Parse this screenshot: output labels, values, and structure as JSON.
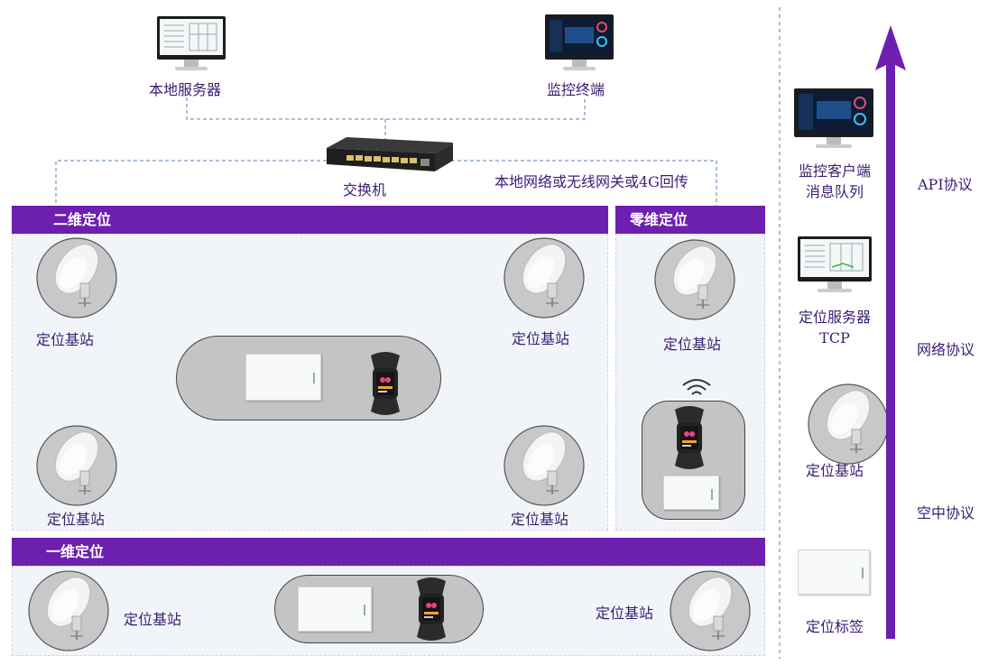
{
  "top": {
    "local_server": "本地服务器",
    "monitor_terminal": "监控终端",
    "switch": "交换机",
    "backhaul": "本地网络或无线网关或4G回传"
  },
  "sections": {
    "two_d": "二维定位",
    "zero_d": "零维定位",
    "one_d": "一维定位"
  },
  "station_label": "定位基站",
  "right": {
    "client_line1": "监控客户端",
    "client_line2": "消息队列",
    "server_line1": "定位服务器",
    "server_line2": "TCP",
    "station": "定位基站",
    "tag": "定位标签",
    "api_protocol": "API协议",
    "network_protocol": "网络协议",
    "air_protocol": "空中协议"
  },
  "colors": {
    "accent": "#6d1fb0",
    "zone_bg": "#f1f5f9",
    "line": "#5a7fb0"
  }
}
